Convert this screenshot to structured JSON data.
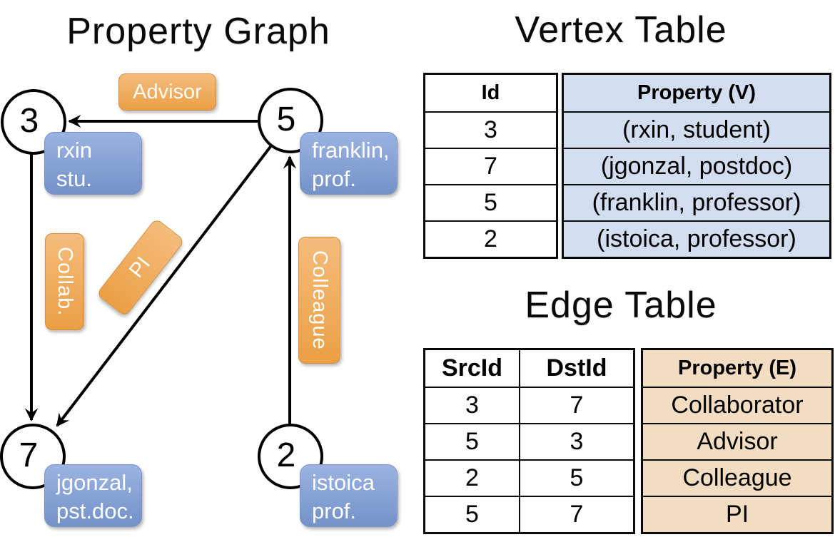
{
  "graph": {
    "title": "Property Graph",
    "vertices": [
      {
        "id": "3",
        "label_lines": [
          "rxin",
          "stu."
        ]
      },
      {
        "id": "5",
        "label_lines": [
          "franklin,",
          "prof."
        ]
      },
      {
        "id": "7",
        "label_lines": [
          "jgonzal,",
          "pst.doc."
        ]
      },
      {
        "id": "2",
        "label_lines": [
          "istoica",
          "prof."
        ]
      }
    ],
    "edges": [
      {
        "src": "5",
        "dst": "3",
        "label": "Advisor"
      },
      {
        "src": "3",
        "dst": "7",
        "label": "Collab."
      },
      {
        "src": "5",
        "dst": "7",
        "label": "PI"
      },
      {
        "src": "2",
        "dst": "5",
        "label": "Colleague"
      }
    ]
  },
  "vertex_table": {
    "title": "Vertex Table",
    "columns": [
      "Id",
      "Property (V)"
    ],
    "rows": [
      [
        "3",
        "(rxin, student)"
      ],
      [
        "7",
        "(jgonzal, postdoc)"
      ],
      [
        "5",
        "(franklin, professor)"
      ],
      [
        "2",
        "(istoica, professor)"
      ]
    ]
  },
  "edge_table": {
    "title": "Edge Table",
    "columns": [
      "SrcId",
      "DstId",
      "Property (E)"
    ],
    "rows": [
      [
        "3",
        "7",
        "Collaborator"
      ],
      [
        "5",
        "3",
        "Advisor"
      ],
      [
        "2",
        "5",
        "Colleague"
      ],
      [
        "5",
        "7",
        "PI"
      ]
    ]
  },
  "colors": {
    "edge_pill_orange_top": "#f5bc7c",
    "edge_pill_orange_bottom": "#eb9f44",
    "vertex_box_blue_top": "#9ab3e0",
    "vertex_box_blue_bottom": "#7492c9",
    "vertex_table_fill": "#d2ddef",
    "edge_table_fill": "#f3ddc2",
    "line_color": "#000000",
    "background": "#ffffff"
  }
}
